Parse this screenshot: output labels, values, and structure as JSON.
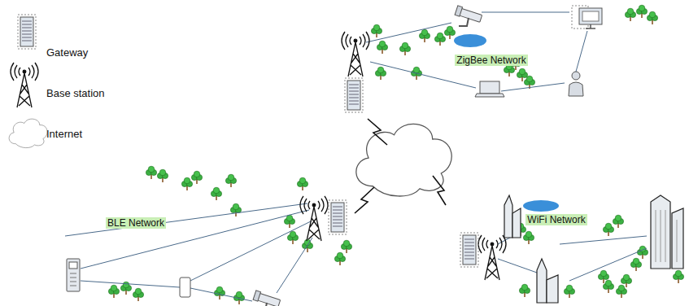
{
  "diagram": {
    "nodes": [
      {
        "text": [
          "ZigBee Network"
        ]
      },
      {
        "text": [
          "BLE Network"
        ]
      },
      {
        "text": [
          "WiFi Network"
        ]
      }
    ],
    "legend": [
      {
        "text": "Gateway"
      },
      {
        "text": "Base station"
      },
      {
        "text": "Internet"
      }
    ]
  }
}
